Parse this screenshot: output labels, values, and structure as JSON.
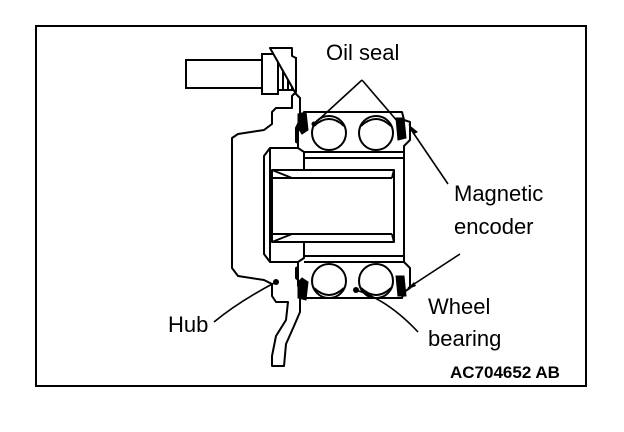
{
  "labels": {
    "oil_seal": "Oil seal",
    "magnetic": "Magnetic",
    "encoder": "encoder",
    "hub": "Hub",
    "wheel": "Wheel",
    "bearing": "bearing",
    "figure_code": "AC704652 AB"
  },
  "colors": {
    "line": "#000000",
    "dark_fill": "#000000",
    "light_fill": "#ffffff"
  }
}
